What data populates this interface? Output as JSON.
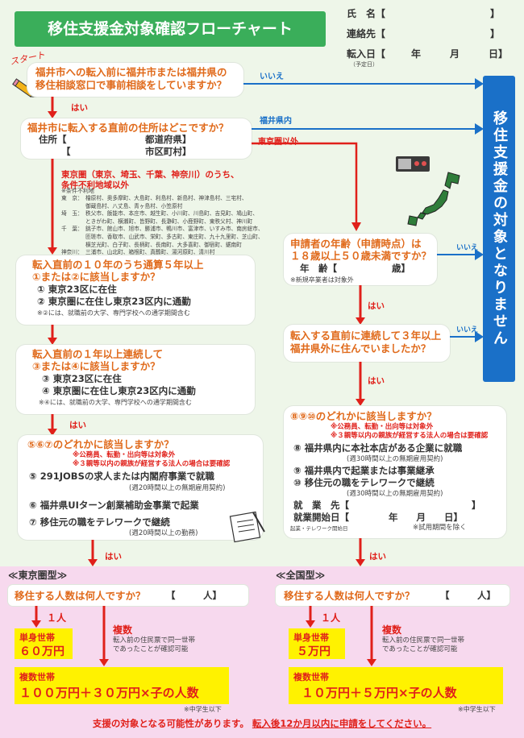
{
  "title": "移住支援金対象確認フローチャート",
  "form": {
    "name_label": "氏　名【",
    "name_end": "】",
    "contact_label": "連絡先【",
    "contact_end": "】",
    "move_date_label": "転入日【",
    "move_date_sub": "（予定日）",
    "move_date_fields": "年　　　月　　　日】"
  },
  "start_label": "スタート",
  "q1": {
    "line1": "福井市への転入前に福井市または福井県の",
    "line2": "移住相談窓口で事前相談をしていますか？"
  },
  "no_label": "いいえ",
  "yes_label": "はい",
  "q2": {
    "question": "福井市に転入する直前の住所はどこですか？",
    "addr_label": "住所【",
    "addr_pref": "都道府県】",
    "addr_city_open": "【",
    "addr_city": "市区町村】"
  },
  "branch_fukui": "福井県内",
  "branch_tokyo": "東京圏以外",
  "tokyo_cond": {
    "line1": "東京圏（東京、埼玉、千葉、神奈川）のうち、",
    "line2": "条件不利地域以外"
  },
  "excluded": {
    "header": "※条件不利地",
    "rows": [
      {
        "pref": "東　京：",
        "towns": "檜原村、奥多摩町、大島町、利島村、新島村、神津島村、三宅村、"
      },
      {
        "pref": "",
        "towns": "御蔵島村、八丈島、青ヶ島村、小笠原村"
      },
      {
        "pref": "埼　玉：",
        "towns": "秩父市、飯能市、本庄市、越生町、小川町、川島町、吉見町、鳩山町、"
      },
      {
        "pref": "",
        "towns": "ときがわ町、横瀬町、皆野町、長瀞町、小鹿野町、東秩父村、神川町"
      },
      {
        "pref": "千　葉：",
        "towns": "銚子市、館山市、旭市、勝浦市、鴨川市、富津市、いすみ市、南房総市、"
      },
      {
        "pref": "",
        "towns": "匝瑳市、香取市、山武市、栄町、多古町、東庄町、九十九里町、芝山町、"
      },
      {
        "pref": "",
        "towns": "横芝光町、白子町、長柄町、長南町、大多喜町、御宿町、鋸南町"
      },
      {
        "pref": "神奈川：",
        "towns": "三浦市、山北町、箱根町、真鶴町、湯河原町、清川村"
      }
    ]
  },
  "q3": {
    "line1": "転入直前の１０年のうち通算５年以上",
    "line2": "①または②に該当しますか？",
    "opt1": "① 東京23区に在住",
    "opt2": "② 東京圏に在住し東京23区内に通勤",
    "note": "※②には、就職前の大学、専門学校への通学期間含む"
  },
  "q4": {
    "line1": "転入直前の１年以上連続して",
    "line2": "③または④に該当しますか？",
    "opt3": "③ 東京23区に在住",
    "opt4": "④ 東京圏に在住し東京23区内に通勤",
    "note": "※④には、就職前の大学、専門学校への通学期間含む"
  },
  "q5": {
    "question": "⑤⑥⑦のどれかに該当しますか？",
    "note1": "※公務員、転勤・出向等は対象外",
    "note2": "※３親等以内の親族が経営する法人の場合は要確認",
    "opt5": "⑤ 291JOBSの求人または内閣府事業で就職",
    "opt5_sub": "(週20時間以上の無期雇用契約)",
    "opt6": "⑥ 福井県UIターン創業補助金事業で起業",
    "opt7": "⑦ 移住元の職をテレワークで継続",
    "opt7_sub": "(週20時間以上の勤務)"
  },
  "q_age": {
    "line1": "申請者の年齢（申請時点）は",
    "line2": "１８歳以上５０歳未満ですか？",
    "age_label": "年　齢【",
    "age_end": "歳】",
    "note": "※新規卒業者は対象外"
  },
  "q_3yr": {
    "line1": "転入する直前に連続して３年以上",
    "line2": "福井県外に住んでいましたか？"
  },
  "q8": {
    "question": "⑧⑨⑩のどれかに該当しますか？",
    "note1": "※公務員、転勤・出向等は対象外",
    "note2": "※３親等以内の親族が経営する法人の場合は要確認",
    "opt8": "⑧ 福井県内に本社本店がある企業に就職",
    "opt8_sub": "(週30時間以上の無期雇用契約)",
    "opt9": "⑨ 福井県内で起業または事業継承",
    "opt10": "⑩ 移住元の職をテレワークで継続",
    "opt10_sub": "(週30時間以上の無期雇用契約)",
    "employer_label": "就　業　先【",
    "employer_end": "】",
    "start_date_label": "就業開始日【",
    "start_date_fields": "年　　月　　日】",
    "start_date_sub": "起業・テレワーク開始日",
    "start_date_note": "※試用期間を除く"
  },
  "side_banner": "移住支援金の対象となりません",
  "tokyo_type": {
    "heading": "≪東京圏型≫",
    "question": "移住する人数は何人ですか？",
    "count_box": "【　　　人】",
    "one_person": "１人",
    "multiple": "複数",
    "multiple_note1": "転入前の住民票で同一世帯",
    "multiple_note2": "であったことが確認可能",
    "single_label": "単身世帯",
    "single_amount": "６０万円",
    "multi_label": "複数世帯",
    "multi_amount": "１００万円＋３０万円×子の人数",
    "child_note": "※中学生以下"
  },
  "nation_type": {
    "heading": "≪全国型≫",
    "question": "移住する人数は何人ですか？",
    "count_box": "【　　　人】",
    "one_person": "１人",
    "multiple": "複数",
    "multiple_note1": "転入前の住民票で同一世帯",
    "multiple_note2": "であったことが確認可能",
    "single_label": "単身世帯",
    "single_amount": "５万円",
    "multi_label": "複数世帯",
    "multi_amount": "１０万円＋５万円×子の人数",
    "child_note": "※中学生以下"
  },
  "footer": {
    "text1": "支援の対象となる可能性があります。",
    "text2": "転入後12か月以内に申請をしてください。"
  },
  "colors": {
    "green": "#3aae5a",
    "orange": "#e06a1b",
    "red": "#e0201a",
    "blue": "#1a70c8",
    "pink": "#f7d9ee",
    "yellow": "#fff200"
  }
}
